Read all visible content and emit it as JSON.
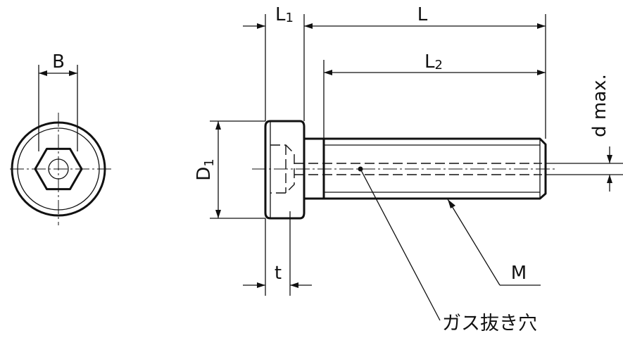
{
  "dimensions": {
    "b": "B",
    "l": "L",
    "l1_main": "L",
    "l1_sub": "1",
    "l2_main": "L",
    "l2_sub": "2",
    "d1_main": "D",
    "d1_sub": "1",
    "d_max": "d max.",
    "t": "t",
    "m": "M"
  },
  "annotations": {
    "gas_vent_hole": "ガス抜き穴"
  }
}
